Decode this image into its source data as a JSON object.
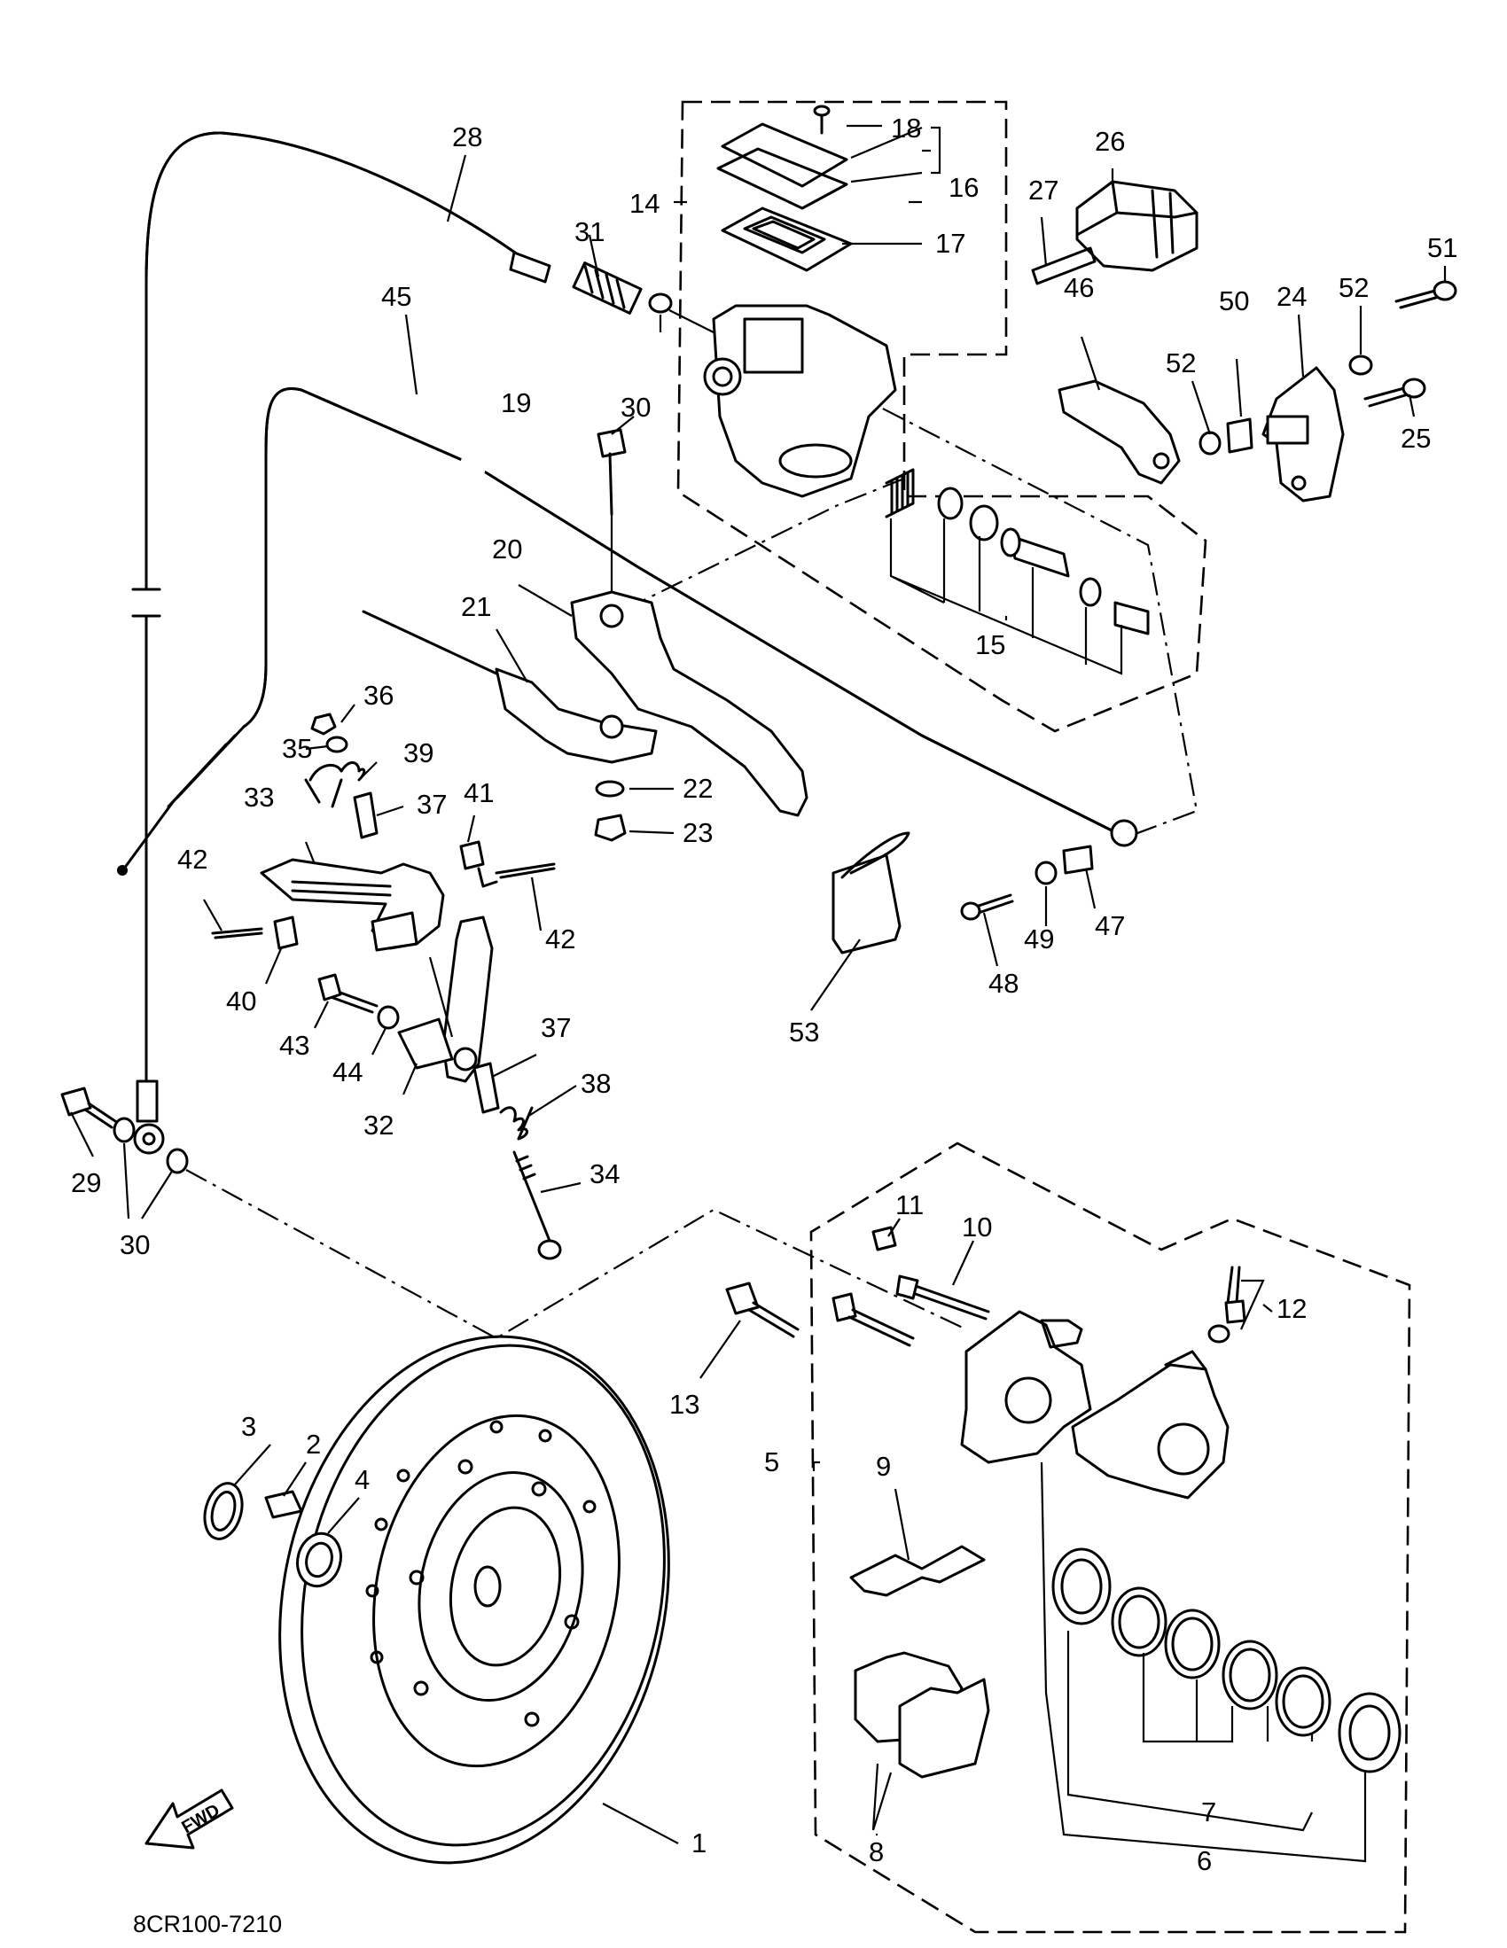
{
  "diagram_code": "8CR100-7210",
  "fwd_label": "FWD",
  "callouts": {
    "c1": "1",
    "c2": "2",
    "c3": "3",
    "c4": "4",
    "c5": "5",
    "c6": "6",
    "c7": "7",
    "c8": "8",
    "c9": "9",
    "c10": "10",
    "c11": "11",
    "c12": "12",
    "c13": "13",
    "c14": "14",
    "c15": "15",
    "c16": "16",
    "c17": "17",
    "c18": "18",
    "c19": "19",
    "c20": "20",
    "c21": "21",
    "c22": "22",
    "c23": "23",
    "c24": "24",
    "c25": "25",
    "c26": "26",
    "c27": "27",
    "c28": "28",
    "c29": "29",
    "c30a": "30",
    "c30b": "30",
    "c31": "31",
    "c32": "32",
    "c33": "33",
    "c34": "34",
    "c35": "35",
    "c36": "36",
    "c37a": "37",
    "c37b": "37",
    "c38": "38",
    "c39": "39",
    "c40": "40",
    "c41": "41",
    "c42a": "42",
    "c42b": "42",
    "c43": "43",
    "c44": "44",
    "c45": "45",
    "c46": "46",
    "c47": "47",
    "c48": "48",
    "c49": "49",
    "c50": "50",
    "c51": "51",
    "c52a": "52",
    "c52b": "52",
    "c53": "53"
  }
}
